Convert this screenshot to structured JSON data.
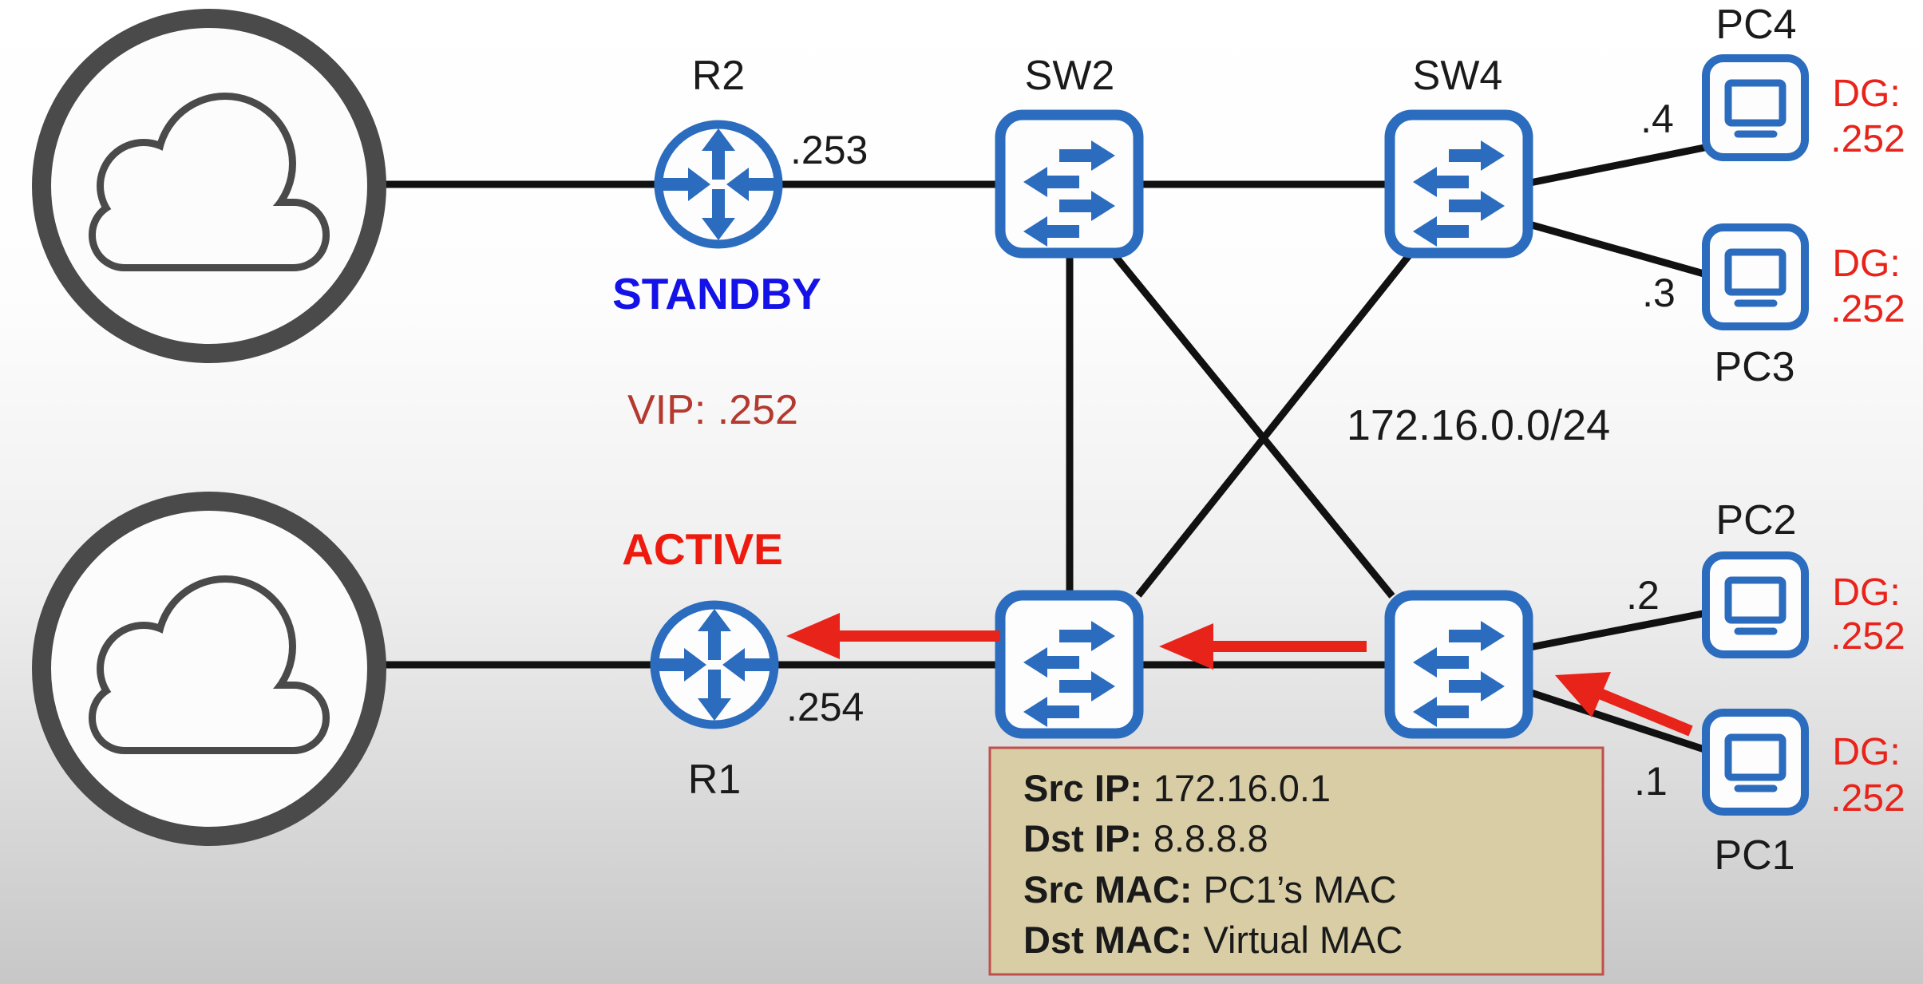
{
  "colors": {
    "icon_blue": "#2b6cbe",
    "line_black": "#111111",
    "arrow_red": "#e8231a",
    "standby_blue": "#1412e6",
    "active_red": "#ee1a0e",
    "vip_red": "#b4392e",
    "dg_red": "#e8231a",
    "cloud_gray": "#4a4a4a",
    "infobox_bg": "#d8cda5",
    "infobox_border": "#c0504d"
  },
  "icons": {
    "cloud": "cloud-icon",
    "router": "router-icon",
    "switch": "switch-icon",
    "pc": "monitor-icon"
  },
  "routers": {
    "r2": {
      "label": "R2",
      "ip": ".253",
      "role": "STANDBY"
    },
    "r1": {
      "label": "R1",
      "ip": ".254",
      "role": "ACTIVE"
    }
  },
  "vip_label": "VIP: .252",
  "subnet_label": "172.16.0.0/24",
  "switches": {
    "sw2": {
      "label": "SW2"
    },
    "sw4": {
      "label": "SW4"
    }
  },
  "pcs": {
    "pc4": {
      "label": "PC4",
      "ip": ".4",
      "dg_label": "DG:",
      "dg_value": ".252"
    },
    "pc3": {
      "label": "PC3",
      "ip": ".3",
      "dg_label": "DG:",
      "dg_value": ".252"
    },
    "pc2": {
      "label": "PC2",
      "ip": ".2",
      "dg_label": "DG:",
      "dg_value": ".252"
    },
    "pc1": {
      "label": "PC1",
      "ip": ".1",
      "dg_label": "DG:",
      "dg_value": ".252"
    }
  },
  "packet": {
    "lines": [
      {
        "label": "Src IP:",
        "value": "172.16.0.1"
      },
      {
        "label": "Dst IP:",
        "value": "8.8.8.8"
      },
      {
        "label": "Src MAC:",
        "value": "PC1’s MAC"
      },
      {
        "label": "Dst MAC:",
        "value": "Virtual MAC"
      }
    ]
  }
}
